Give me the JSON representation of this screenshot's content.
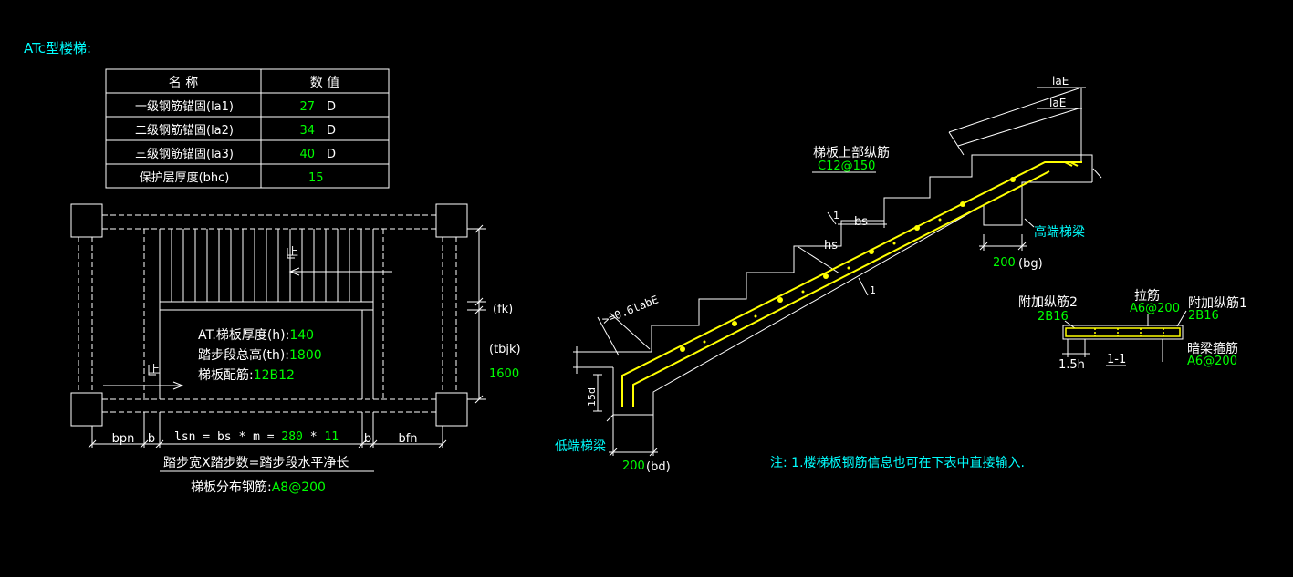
{
  "title": "ATc型楼梯:",
  "table": {
    "header_name": "名  称",
    "header_value": "数  值",
    "rows": [
      {
        "label": "一级钢筋锚固(la1)",
        "value": "27",
        "unit": "D"
      },
      {
        "label": "二级钢筋锚固(la2)",
        "value": "34",
        "unit": "D"
      },
      {
        "label": "三级钢筋锚固(la3)",
        "value": "40",
        "unit": "D"
      },
      {
        "label": "保护层厚度(bhc)",
        "value": "15",
        "unit": ""
      }
    ]
  },
  "plan": {
    "up_label": "上",
    "fk_label": "(fk)",
    "tbjk_label": "(tbjk)",
    "tbjk_value": "1600",
    "thickness_label": "AT.梯板厚度(h):",
    "thickness_value": "140",
    "height_label": "踏步段总高(th):",
    "height_value": "1800",
    "rebar_label": "梯板配筋:",
    "rebar_value": "12B12",
    "bpn": "bpn",
    "b": "b",
    "bfn": "bfn",
    "lsn_formula": "lsn = bs * m = ",
    "lsn_bs": "280",
    "lsn_times": " * ",
    "lsn_m": "11",
    "caption": "踏步宽X踏步数=踏步段水平净长",
    "distribution_label": "梯板分布钢筋:",
    "distribution_value": "A8@200"
  },
  "section": {
    "top_rebar_label": "梯板上部纵筋",
    "top_rebar_value": "C12@150",
    "laE": "laE",
    "bs": "bs",
    "hs": "hs",
    "high_beam": "高端梯梁",
    "low_beam": "低端梯梁",
    "bg_value": "200",
    "bg_label": "(bg)",
    "bd_value": "200",
    "bd_label": "(bd)",
    "anchor_label": ">=0.6labE",
    "hook_label": "15d",
    "cut_mark": "1",
    "note": "注: 1.楼梯板钢筋信息也可在下表中直接输入."
  },
  "detail": {
    "extra2_label": "附加纵筋2",
    "extra2_value": "2B16",
    "tie_label": "拉筋",
    "tie_value": "A6@200",
    "extra1_label": "附加纵筋1",
    "extra1_value": "2B16",
    "dim_label": "1.5h",
    "section_id": "1-1",
    "stirrup_label": "暗梁箍筋",
    "stirrup_value": "A6@200"
  },
  "colors": {
    "background": "#000000",
    "line": "#ffffff",
    "value": "#00ff00",
    "accent": "#00ffff",
    "rebar": "#ffff00"
  }
}
